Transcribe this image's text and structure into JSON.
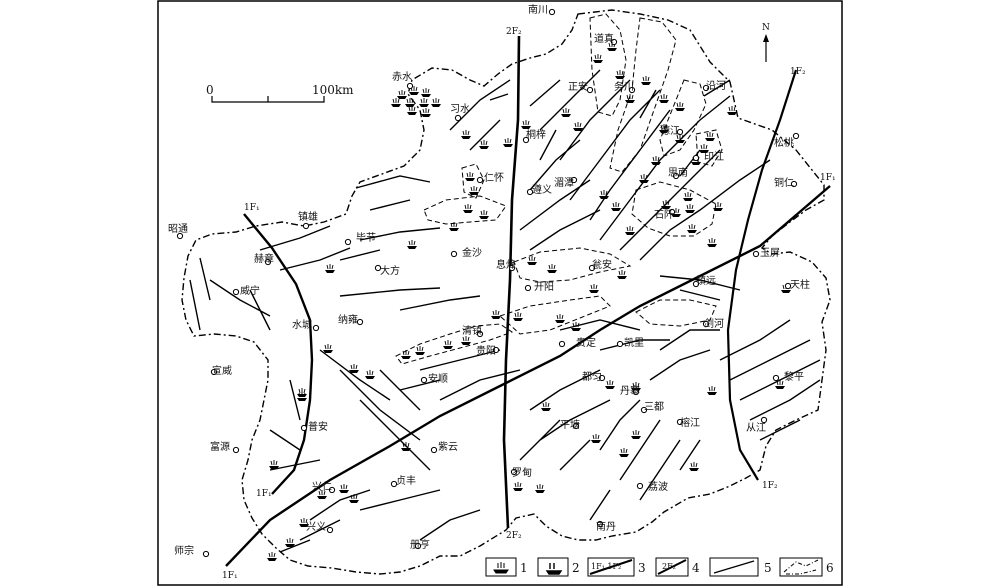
{
  "north_label": "N",
  "scale": {
    "start": "0",
    "end": "100km"
  },
  "faults": {
    "f1_a": "1F₁",
    "f1_b": "1F₁",
    "f1_c": "1F₁",
    "f2_top": "2F₂",
    "f2_bottom": "2F₂",
    "f2_ne": "1F₂",
    "f2_se": "1F₂",
    "f1_se": "1F₁"
  },
  "cities": [
    {
      "name": "南川"
    },
    {
      "name": "道真"
    },
    {
      "name": "赤水"
    },
    {
      "name": "习水"
    },
    {
      "name": "正安"
    },
    {
      "name": "务川"
    },
    {
      "name": "沿河"
    },
    {
      "name": "桐梓"
    },
    {
      "name": "德江"
    },
    {
      "name": "松桃"
    },
    {
      "name": "印江"
    },
    {
      "name": "仁怀"
    },
    {
      "name": "遵义"
    },
    {
      "name": "湄潭"
    },
    {
      "name": "思南"
    },
    {
      "name": "铜仁"
    },
    {
      "name": "石阡"
    },
    {
      "name": "镇雄"
    },
    {
      "name": "昭通"
    },
    {
      "name": "毕节"
    },
    {
      "name": "金沙"
    },
    {
      "name": "赫章"
    },
    {
      "name": "大方"
    },
    {
      "name": "息烽"
    },
    {
      "name": "瓮安"
    },
    {
      "name": "玉屏"
    },
    {
      "name": "威宁"
    },
    {
      "name": "开阳"
    },
    {
      "name": "镇远"
    },
    {
      "name": "天柱"
    },
    {
      "name": "水城"
    },
    {
      "name": "纳雍"
    },
    {
      "name": "清镇"
    },
    {
      "name": "贵阳"
    },
    {
      "name": "贵定"
    },
    {
      "name": "剑河"
    },
    {
      "name": "凯里"
    },
    {
      "name": "宣威"
    },
    {
      "name": "安顺"
    },
    {
      "name": "都匀"
    },
    {
      "name": "黎平"
    },
    {
      "name": "丹寨"
    },
    {
      "name": "三都"
    },
    {
      "name": "榕江"
    },
    {
      "name": "普安"
    },
    {
      "name": "紫云"
    },
    {
      "name": "从江"
    },
    {
      "name": "平塘"
    },
    {
      "name": "富源"
    },
    {
      "name": "罗甸"
    },
    {
      "name": "兴仁"
    },
    {
      "name": "贞丰"
    },
    {
      "name": "荔波"
    },
    {
      "name": "兴义"
    },
    {
      "name": "南丹"
    },
    {
      "name": "册亨"
    },
    {
      "name": "师宗"
    }
  ],
  "legend": [
    {
      "num": "1",
      "icon": "deposit-type-1-icon"
    },
    {
      "num": "2",
      "icon": "deposit-type-2-icon"
    },
    {
      "num": "3",
      "icon": "regional-fault-icon",
      "sample": "1F₁ 1F₂"
    },
    {
      "num": "4",
      "icon": "deep-fault-icon",
      "sample": "2F₂"
    },
    {
      "num": "5",
      "icon": "fault-icon"
    },
    {
      "num": "6",
      "icon": "boundary-icon"
    }
  ]
}
